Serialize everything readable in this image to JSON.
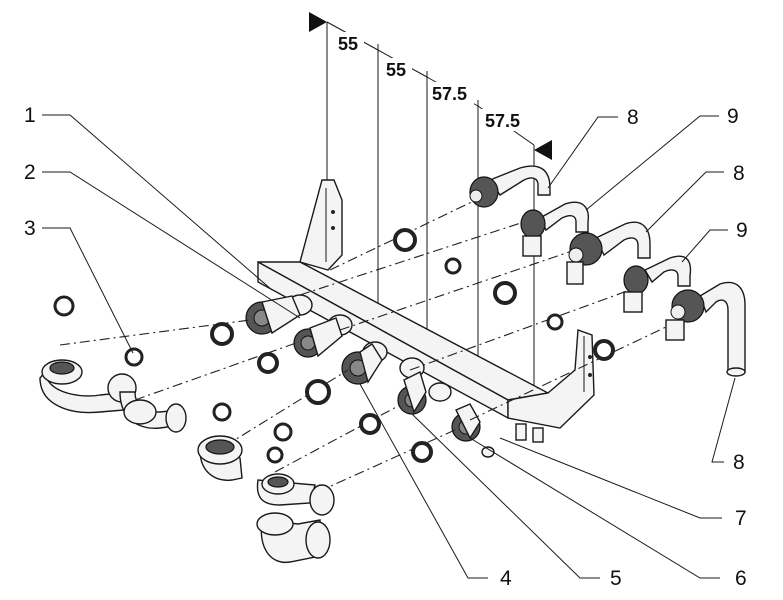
{
  "dimensions": [
    "55",
    "55",
    "57.5",
    "57.5"
  ],
  "callouts": {
    "c1": "1",
    "c2": "2",
    "c3": "3",
    "c4": "4",
    "c5": "5",
    "c6": "6",
    "c7": "7",
    "c8a": "8",
    "c8b": "8",
    "c8c": "8",
    "c9a": "9",
    "c9b": "9"
  },
  "icons": [
    "dimension-arrow-left-icon",
    "dimension-arrow-right-icon"
  ],
  "colors": {
    "line": "#1a1a1a",
    "background": "#ffffff"
  }
}
